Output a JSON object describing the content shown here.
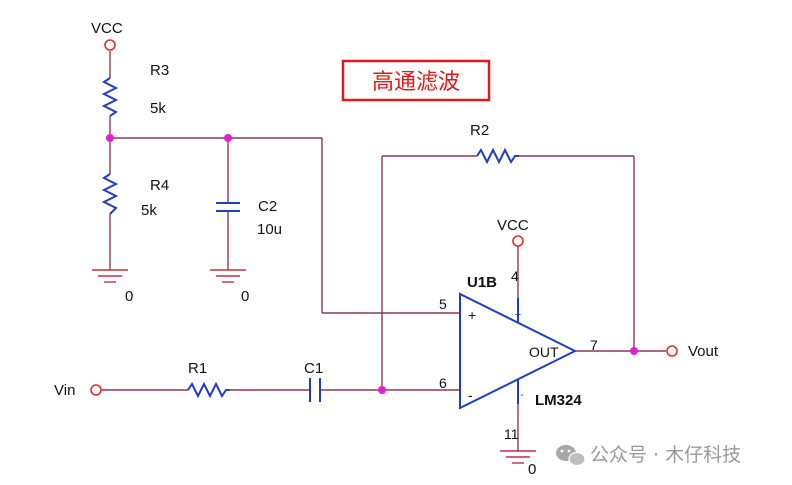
{
  "title": "高通滤波",
  "components": {
    "r1": {
      "name": "R1"
    },
    "r2": {
      "name": "R2"
    },
    "r3": {
      "name": "R3",
      "value": "5k"
    },
    "r4": {
      "name": "R4",
      "value": "5k"
    },
    "c1": {
      "name": "C1"
    },
    "c2": {
      "name": "C2",
      "value": "10u"
    },
    "opamp": {
      "ref": "U1B",
      "part": "LM324",
      "out_label": "OUT",
      "plus": "+",
      "minus": "-"
    }
  },
  "pins": {
    "plus_in": "5",
    "minus_in": "6",
    "out": "7",
    "vpos": "4",
    "vneg": "11",
    "vpos_sign": "+",
    "vneg_sign": "-"
  },
  "nets": {
    "vcc_top": "VCC",
    "vcc_opamp": "VCC",
    "vin": "Vin",
    "vout": "Vout",
    "gnd1": "0",
    "gnd2": "0",
    "gnd3": "0"
  },
  "watermark": "公众号 · 木仔科技"
}
